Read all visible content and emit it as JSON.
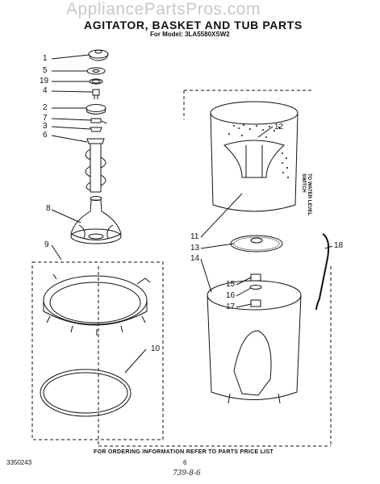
{
  "watermark": "AppliancePartsPros.com",
  "title": "AGITATOR, BASKET AND TUB PARTS",
  "subtitle": "For Model: 3LA5580XSW2",
  "side_note": [
    "TO WATER LEVEL",
    "SWITCH"
  ],
  "footer_note": "FOR ORDERING INFORMATION REFER TO PARTS PRICE LIST",
  "doc_number": "3350243",
  "page_number": "6",
  "handwritten": "739-8-6",
  "callouts": [
    "1",
    "5",
    "19",
    "4",
    "2",
    "7",
    "3",
    "6",
    "8",
    "9",
    "10",
    "12",
    "11",
    "13",
    "14",
    "15",
    "16",
    "17",
    "18"
  ]
}
